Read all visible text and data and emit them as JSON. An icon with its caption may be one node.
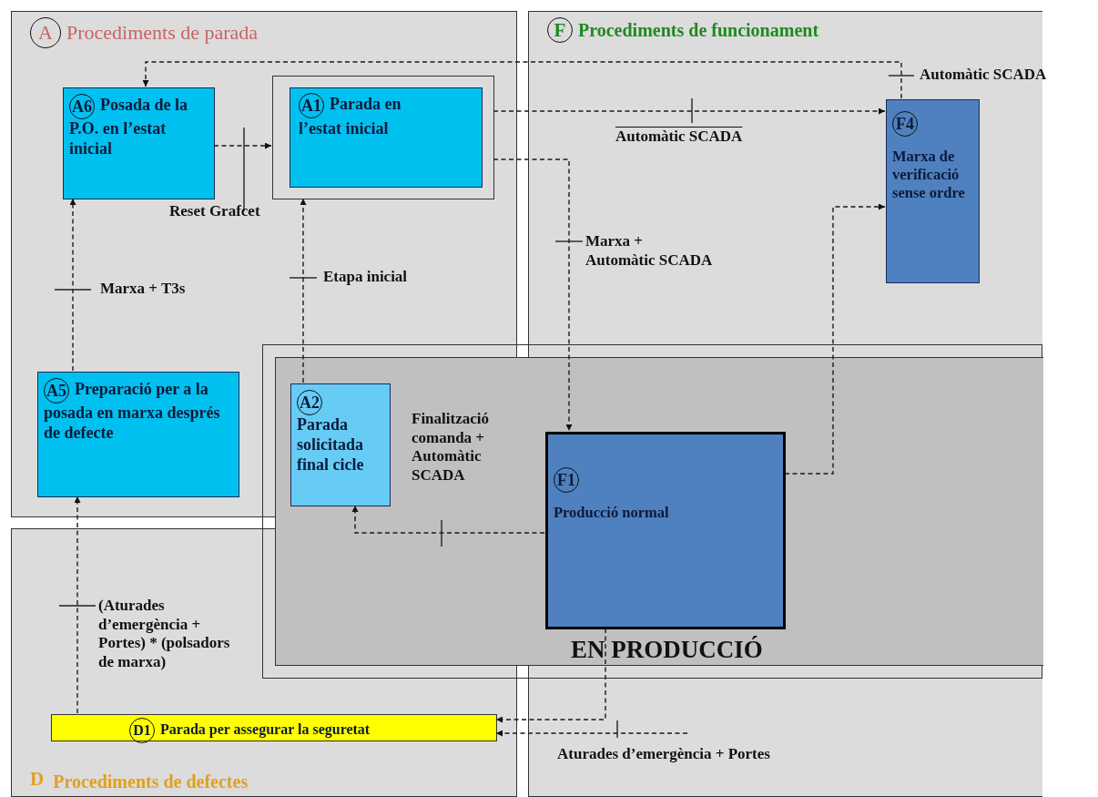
{
  "diagram": {
    "nodes": [
      {
        "text": [
          "A",
          "Procediments de parada"
        ]
      },
      {
        "text": [
          "F",
          "Procediments de funcionament"
        ]
      },
      {
        "text": [
          "D",
          "Procediments de defectes"
        ]
      },
      {
        "text": [
          "A6",
          "Posada de la P.O. en l’estat inicial"
        ],
        "in": 0
      },
      {
        "text": [
          "A1",
          "Parada en l’estat inicial"
        ],
        "in": 0
      },
      {
        "text": [
          "F4",
          "Marxa de verificació sense ordre"
        ],
        "in": 1
      },
      {
        "text": [
          "A5",
          "Preparació per a la posada en marxa després de defecte"
        ],
        "in": 0
      },
      {
        "text": [
          "A2",
          "Parada solicitada final cicle"
        ],
        "in": 0
      },
      {
        "text": [
          "F1",
          "Producció normal"
        ],
        "in": 1
      },
      {
        "text": [
          "D1",
          "Parada per assegurar la seguretat"
        ],
        "in": 2
      }
    ],
    "edges": [
      {
        "from": 4,
        "to": 5,
        "arrow": "to",
        "label": "Automàtic SCADA",
        "style": "dashed"
      },
      {
        "from": 5,
        "to": 3,
        "arrow": "to",
        "label": "Automàtic SCADA",
        "style": "dashed"
      },
      {
        "from": 3,
        "to": 4,
        "arrow": "to",
        "label": "Reset Grafcet",
        "style": "dashed"
      },
      {
        "from": 4,
        "to": 8,
        "arrow": "to",
        "label": "Marxa + Automàtic SCADA",
        "style": "dashed"
      },
      {
        "from": 8,
        "to": 5,
        "arrow": "to",
        "style": "dashed"
      },
      {
        "from": 7,
        "to": 4,
        "arrow": "to",
        "label": "Etapa inicial",
        "style": "dashed"
      },
      {
        "from": 8,
        "to": 7,
        "arrow": "to",
        "label": "Finalització comanda + Automàtic SCADA",
        "style": "dashed"
      },
      {
        "from": 6,
        "to": 3,
        "arrow": "to",
        "label": "Marxa + T3s",
        "style": "dashed"
      },
      {
        "from": 9,
        "to": 6,
        "arrow": "to",
        "label": "(Aturades d’emergència + Portes) * (polsadors de marxa)",
        "style": "dashed"
      },
      {
        "from": 8,
        "to": 9,
        "arrow": "to",
        "style": "dashed"
      },
      {
        "from": null,
        "to": 9,
        "arrow": "to",
        "label": "Aturades d’emergència + Portes",
        "style": "dashed"
      }
    ],
    "labels": [
      "EN PRODUCCIÓ"
    ]
  }
}
